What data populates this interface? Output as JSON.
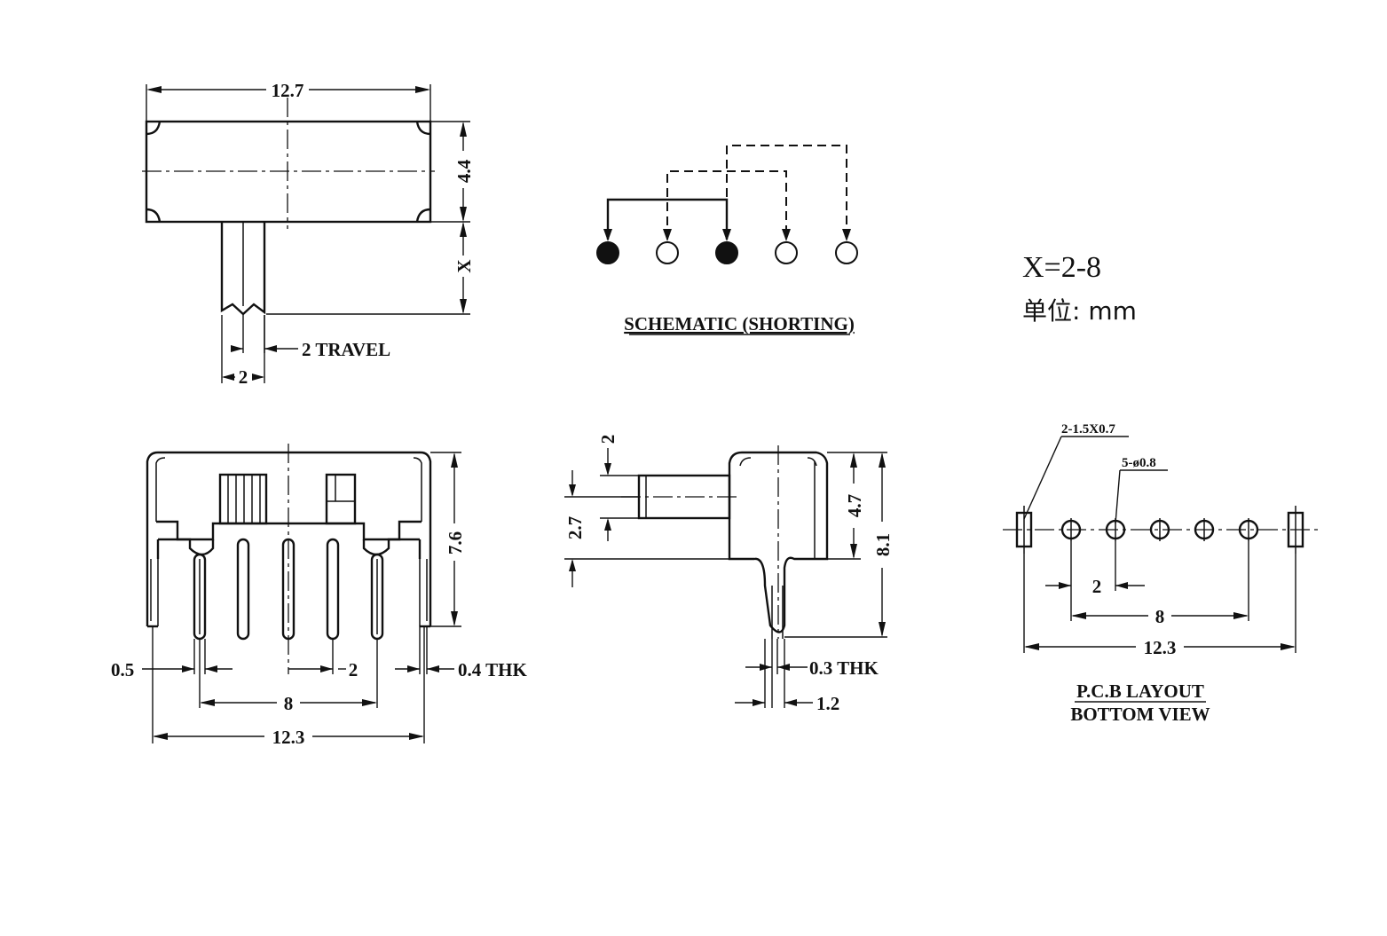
{
  "top_view": {
    "width_dim": "12.7",
    "height_dim": "4.4",
    "lever_dim": "X",
    "lever_width_dim": "2",
    "travel_dim": "2 TRAVEL"
  },
  "schematic": {
    "title": "SCHEMATIC (SHORTING)"
  },
  "notes": {
    "x_range": "X=2-8",
    "unit": "单位: mm"
  },
  "front_view": {
    "height_dim": "7.6",
    "pin_thk_dim": "0.5",
    "pitch_dim": "2",
    "thk_dim": "0.4 THK",
    "span_dim": "8",
    "total_dim": "12.3"
  },
  "side_view": {
    "lever_top_dim": "2",
    "lever_h_dim": "2.7",
    "body_h_dim": "4.7",
    "total_h_dim": "8.1",
    "thk_dim": "0.3 THK",
    "width_dim": "1.2"
  },
  "pcb_layout": {
    "slot_dim": "2-1.5X0.7",
    "hole_dim": "5-ø0.8",
    "pitch_dim": "2",
    "span_dim": "8",
    "total_dim": "12.3",
    "title_1": "P.C.B LAYOUT",
    "title_2": "BOTTOM VIEW"
  }
}
